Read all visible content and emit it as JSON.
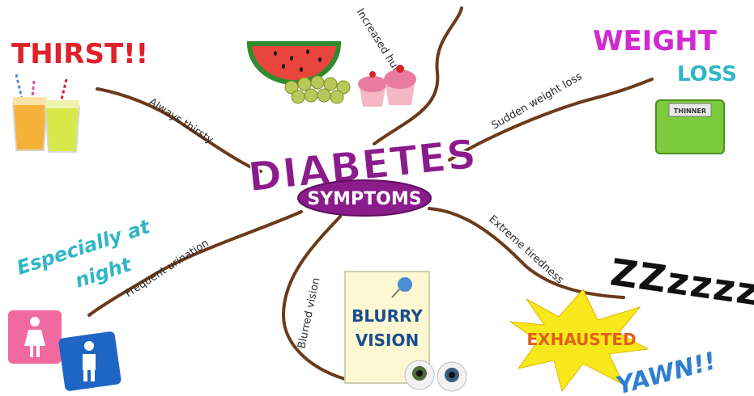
{
  "center": {
    "title": "DIABETES",
    "subtitle": "SYMPTOMS"
  },
  "branches": {
    "thirst": "Always thirsty",
    "hunger": "Increased hunger",
    "weight": "Sudden weight loss",
    "tired": "Extreme tiredness",
    "vision": "Blurred vision",
    "urination": "Frequent urination"
  },
  "callouts": {
    "thirst": "THIRST!!",
    "weight_1": "WEIGHT",
    "weight_2": "LOSS",
    "night_1": "Especially at",
    "night_2": "night",
    "zzz": "ZZzzzz",
    "exhausted": "EXHAUSTED",
    "yawn": "YAWN!!",
    "blurry_1": "BLURRY",
    "blurry_2": "VISION",
    "scale": "THINNER"
  },
  "colors": {
    "purple": "#8a1c8c",
    "red": "#e0202a",
    "magenta": "#d12ad0",
    "teal": "#2fb6c6",
    "navy": "#1a4d8f",
    "orange": "#f07a18",
    "branch": "#6b3a1a"
  }
}
